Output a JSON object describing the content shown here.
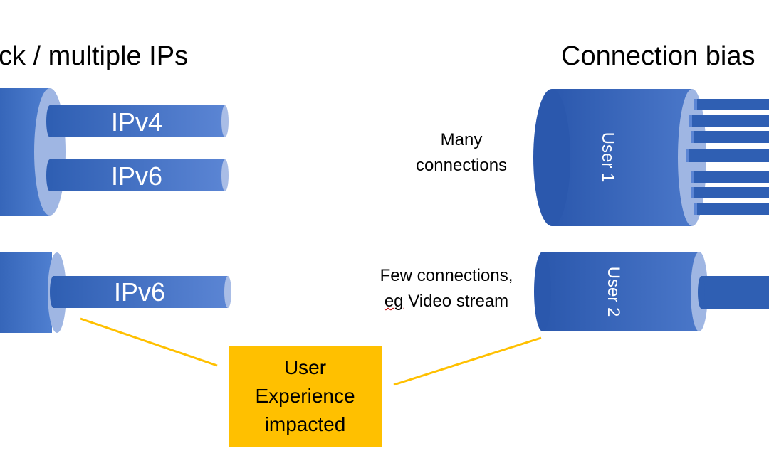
{
  "left_panel": {
    "title": "ck / multiple IPs",
    "tubes": [
      {
        "label": "IPv4"
      },
      {
        "label": "IPv6"
      },
      {
        "label": "IPv6"
      }
    ]
  },
  "right_panel": {
    "title": "Connection bias",
    "user1": {
      "label": "User 1",
      "note_line1": "Many",
      "note_line2": "connections"
    },
    "user2": {
      "label": "User 2",
      "note_line1": "Few connections,",
      "note_line2_a": "eg",
      "note_line2_b": " Video stream"
    }
  },
  "callout": {
    "text": "User\nExperience\nimpacted"
  },
  "colors": {
    "cable_dark": "#2f5fb3",
    "cable_mid": "#4472c4",
    "cable_light": "#8faadc",
    "cable_face": "#a9bde6",
    "callout_bg": "#ffc000",
    "connector_line": "#ffc000"
  }
}
